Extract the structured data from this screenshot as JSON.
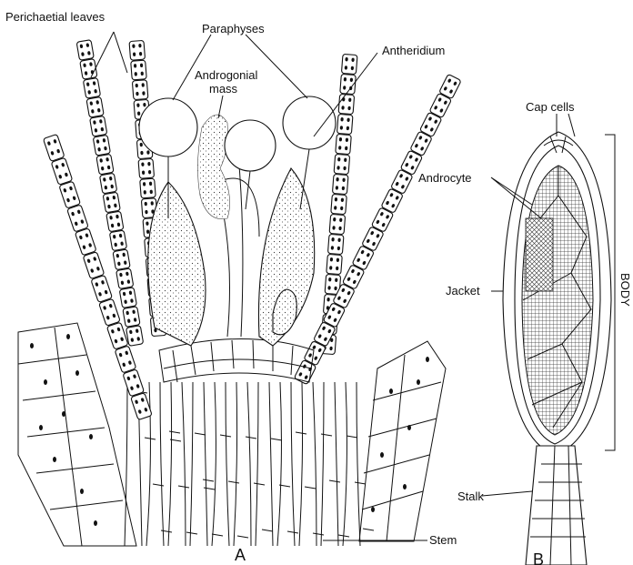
{
  "figure": {
    "panel_a_label": "A",
    "panel_b_label": "B",
    "labels": {
      "perichaetial_leaves": "Perichaetial leaves",
      "paraphyses": "Paraphyses",
      "antheridium": "Antheridium",
      "androgonial_mass_line1": "Androgonial",
      "androgonial_mass_line2": "mass",
      "stem": "Stem",
      "cap_cells": "Cap cells",
      "androcyte": "Androcyte",
      "jacket": "Jacket",
      "body": "BODY",
      "stalk": "Stalk"
    }
  }
}
